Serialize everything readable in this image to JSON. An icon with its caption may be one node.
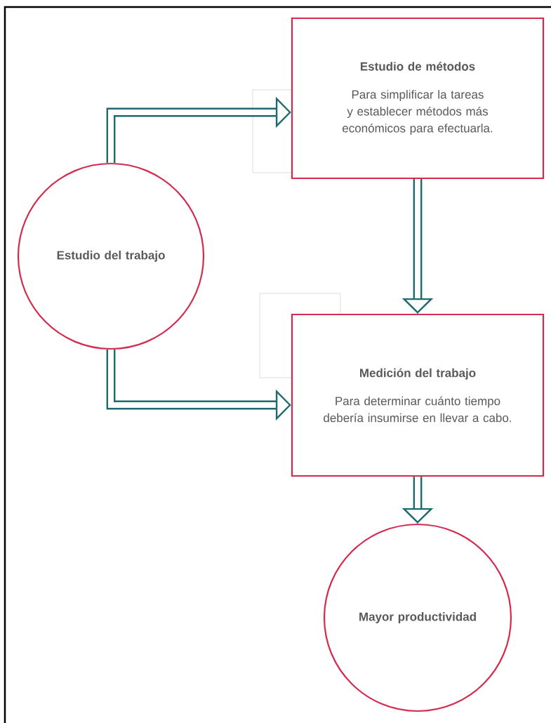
{
  "diagram": {
    "nodes": [
      {
        "text": [
          "Estudio del trabajo"
        ]
      },
      {
        "text": [
          "Estudio de métodos",
          "Para simplificar la tareas y establecer métodos más económicos para efectuarla."
        ]
      },
      {
        "text": [
          "Medición del trabajo",
          "Para determinar cuánto tiempo debería insumirse en llevar a cabo."
        ]
      },
      {
        "text": [
          "Mayor productividad"
        ]
      }
    ],
    "edges": [
      {
        "from": 0,
        "to": 1,
        "arrow": "to"
      },
      {
        "from": 0,
        "to": 2,
        "arrow": "to"
      },
      {
        "from": 1,
        "to": 2,
        "arrow": "to"
      },
      {
        "from": 2,
        "to": 3,
        "arrow": "to"
      }
    ]
  }
}
